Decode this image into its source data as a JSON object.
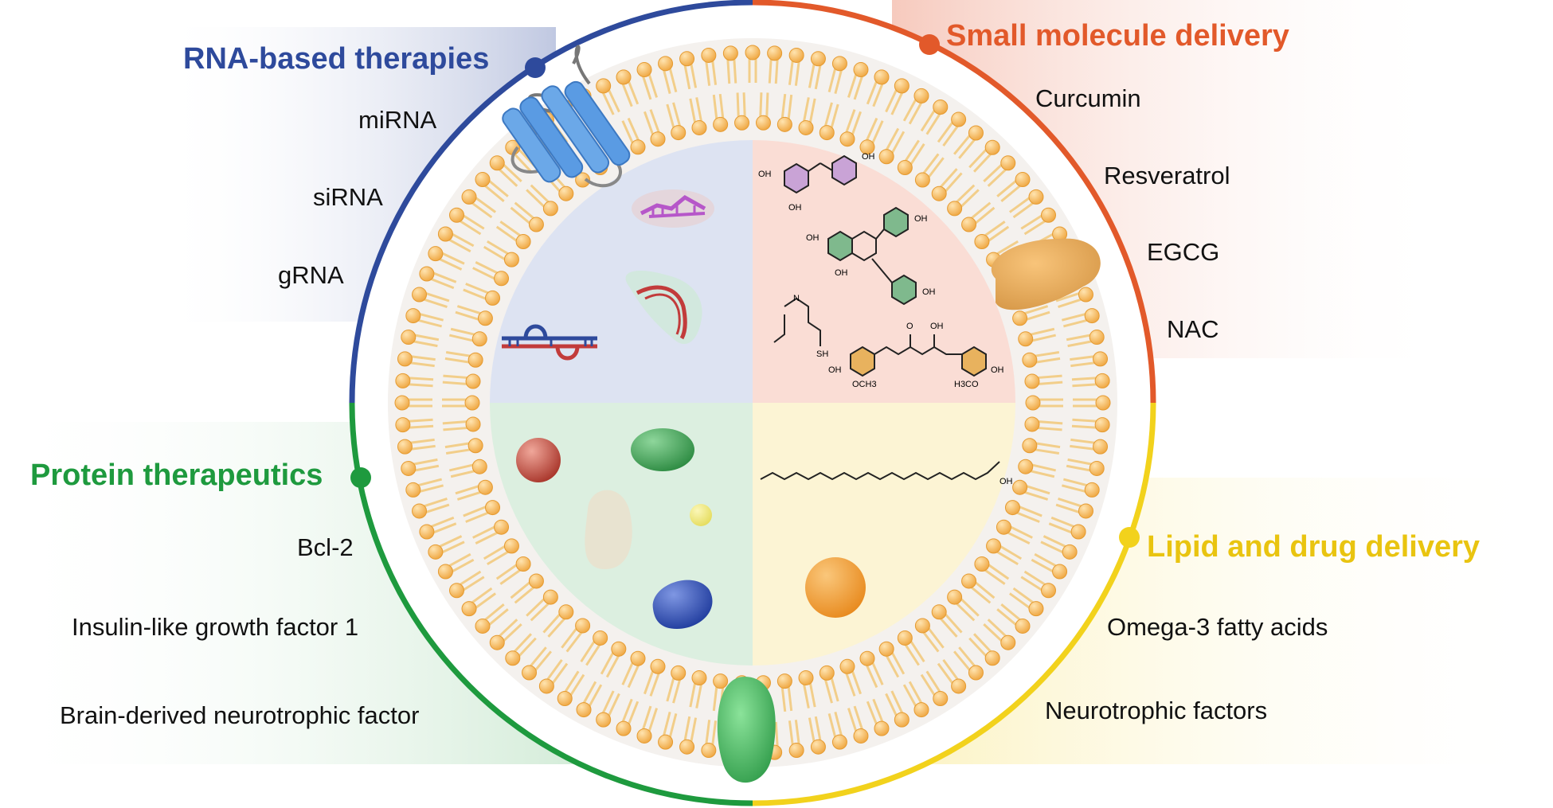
{
  "colors": {
    "rna": "#2E4A9C",
    "small_molecule": "#E2592A",
    "protein": "#1E9A3E",
    "lipid": "#F2D21C",
    "membrane": "#F4B552"
  },
  "sections": {
    "rna": {
      "title": "RNA-based therapies",
      "items": [
        "miRNA",
        "siRNA",
        "gRNA"
      ]
    },
    "small_molecule": {
      "title": "Small molecule delivery",
      "items": [
        "Curcumin",
        "Resveratrol",
        "EGCG",
        "NAC"
      ]
    },
    "protein": {
      "title": "Protein therapeutics",
      "items": [
        "Bcl-2",
        "Insulin-like growth factor 1",
        "Brain-derived neurotrophic factor"
      ]
    },
    "lipid": {
      "title": "Lipid and drug delivery",
      "items": [
        "Omega-3 fatty acids",
        "Neurotrophic factors"
      ]
    }
  },
  "structure_labels": {
    "oh": "OH",
    "sh": "SH",
    "och3": "OCH3",
    "h3co": "H3CO",
    "nh": "N",
    "o": "O"
  }
}
